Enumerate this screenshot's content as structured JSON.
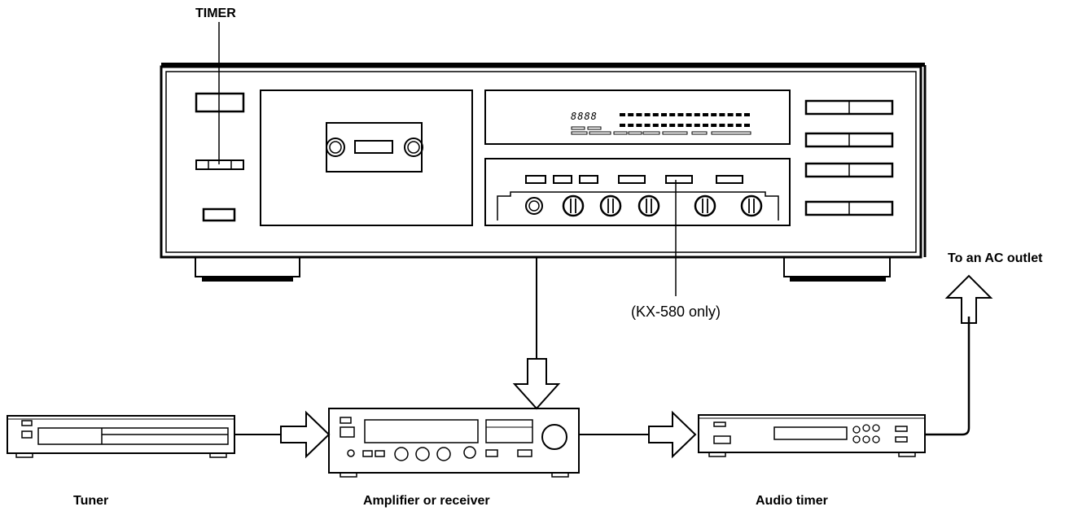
{
  "labels": {
    "timer": "TIMER",
    "kx580_only": "(KX-580 only)",
    "ac_outlet": "To an AC outlet",
    "tuner": "Tuner",
    "amplifier": "Amplifier or receiver",
    "audio_timer": "Audio timer"
  },
  "display": {
    "counter": "8888"
  },
  "devices": [
    {
      "name": "cassette-deck",
      "knobs": 5,
      "headphone_jack": 1,
      "right_buttons": 4,
      "top_buttons": 6
    },
    {
      "name": "tuner"
    },
    {
      "name": "amplifier-or-receiver"
    },
    {
      "name": "audio-timer"
    }
  ],
  "connections": [
    {
      "from": "cassette-deck",
      "to": "amplifier-or-receiver",
      "arrow": "down"
    },
    {
      "from": "tuner",
      "to": "amplifier-or-receiver",
      "arrow": "right"
    },
    {
      "from": "amplifier-or-receiver",
      "to": "audio-timer",
      "arrow": "right"
    },
    {
      "from": "audio-timer",
      "to": "ac-outlet",
      "arrow": "up"
    }
  ]
}
